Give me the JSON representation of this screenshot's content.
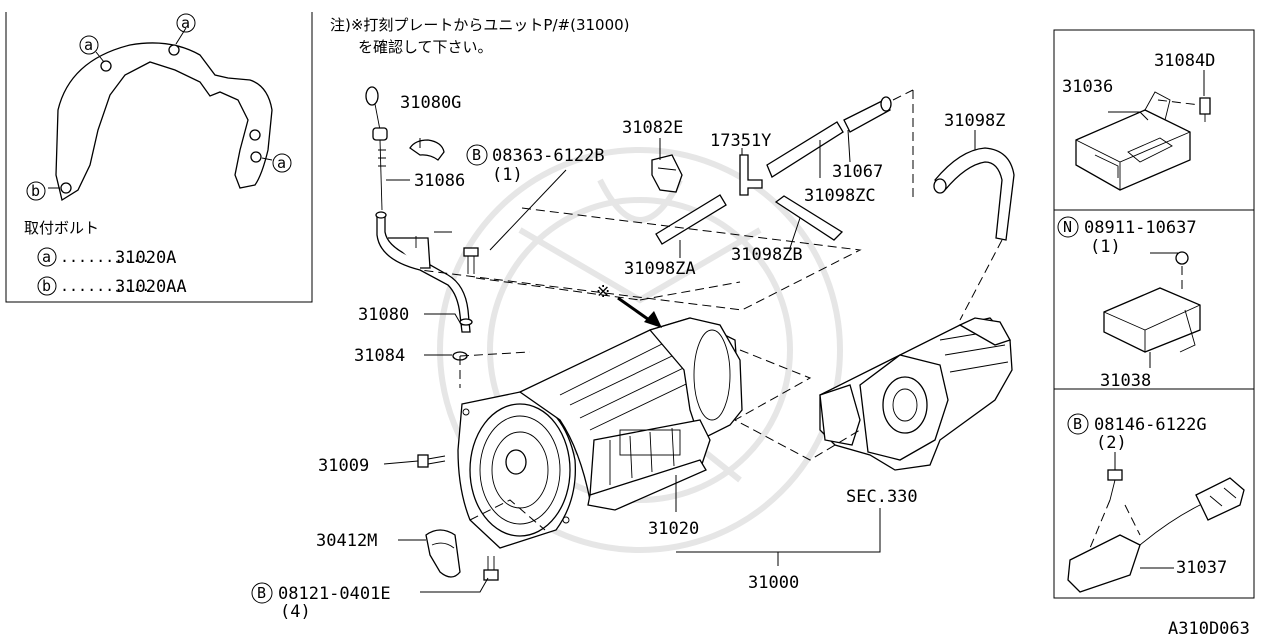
{
  "note": {
    "line1": "注)※打刻プレートからユニットP/#(31000)",
    "line2": "を確認して下さい。"
  },
  "inset": {
    "title": "取付ボルト",
    "a_mark": "a",
    "b_mark": "b",
    "a_part": "31020A",
    "b_part": "31020AA",
    "leader": ".........."
  },
  "parts": {
    "p31080G": "31080G",
    "p08363": "08363-6122B",
    "p08363_qty": "(1)",
    "p31086": "31086",
    "p31080": "31080",
    "p31084": "31084",
    "p31009": "31009",
    "p30412M": "30412M",
    "p08121": "08121-0401E",
    "p08121_qty": "(4)",
    "p31082E": "31082E",
    "p17351Y": "17351Y",
    "p31067": "31067",
    "p31098ZC": "31098ZC",
    "p31098ZA": "31098ZA",
    "p31098ZB": "31098ZB",
    "p31098Z": "31098Z",
    "p31020": "31020",
    "p31000": "31000",
    "sec330": "SEC.330",
    "asterisk": "※",
    "bolt_mark": "B",
    "nut_mark": "N"
  },
  "panels": {
    "p31036": "31036",
    "p31084D": "31084D",
    "p08911": "08911-10637",
    "p08911_qty": "(1)",
    "p31038": "31038",
    "p08146": "08146-6122G",
    "p08146_qty": "(2)",
    "p31037": "31037"
  },
  "diagram_code": "A310D063"
}
